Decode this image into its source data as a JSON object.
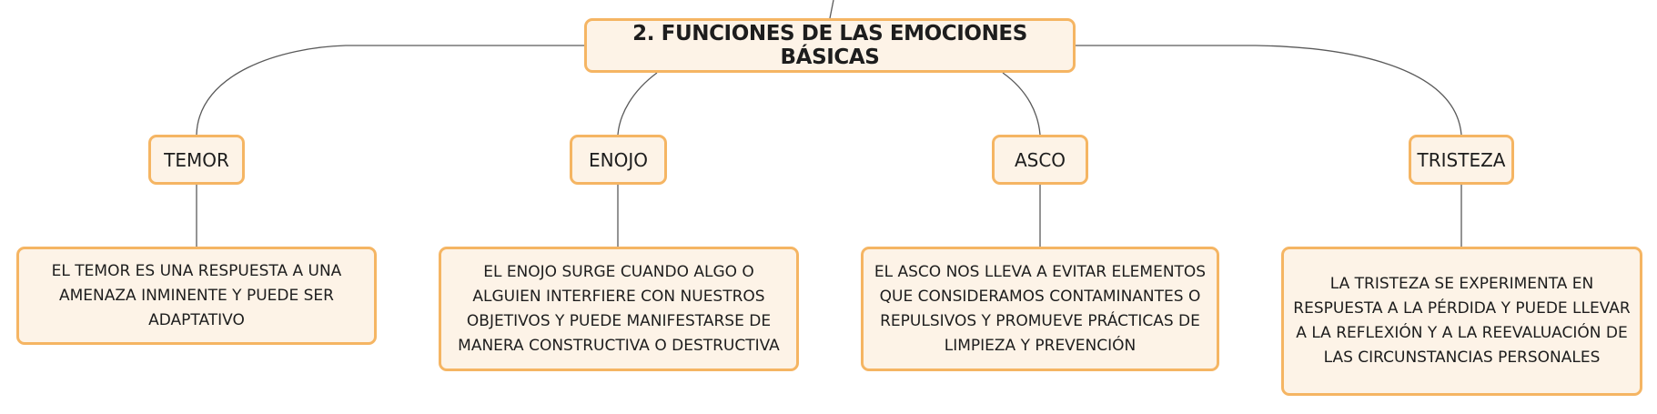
{
  "colors": {
    "node_border": "#f5b563",
    "node_fill": "#fdf3e7",
    "connector": "#5a5a5a"
  },
  "root": {
    "label": "2. FUNCIONES DE LAS EMOCIONES BÁSICAS"
  },
  "branches": [
    {
      "label": "TEMOR",
      "description": "EL TEMOR ES UNA RESPUESTA A UNA AMENAZA INMINENTE Y PUEDE SER ADAPTATIVO"
    },
    {
      "label": "ENOJO",
      "description": "EL ENOJO SURGE CUANDO ALGO O ALGUIEN INTERFIERE CON NUESTROS OBJETIVOS Y PUEDE MANIFESTARSE DE MANERA CONSTRUCTIVA O DESTRUCTIVA"
    },
    {
      "label": "ASCO",
      "description": "EL ASCO NOS LLEVA A EVITAR ELEMENTOS QUE CONSIDERAMOS CONTAMINANTES O REPULSIVOS Y PROMUEVE PRÁCTICAS DE LIMPIEZA Y PREVENCIÓN"
    },
    {
      "label": "TRISTEZA",
      "description": "LA TRISTEZA SE EXPERIMENTA EN RESPUESTA A LA PÉRDIDA Y PUEDE LLEVAR A LA REFLEXIÓN Y A LA REEVALUACIÓN DE LAS CIRCUNSTANCIAS PERSONALES"
    }
  ]
}
